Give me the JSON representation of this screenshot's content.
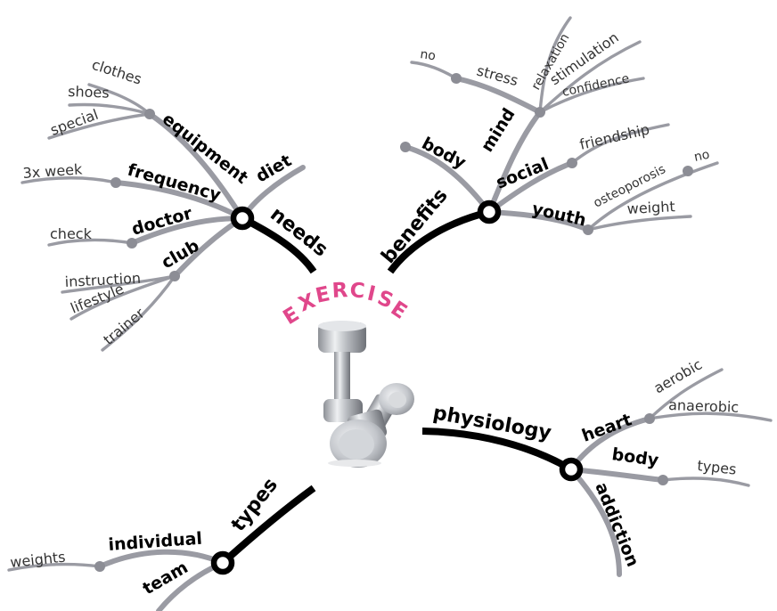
{
  "center": {
    "letters": [
      "E",
      "X",
      "E",
      "R",
      "C",
      "I",
      "S",
      "E"
    ],
    "image": "dumbbell-icon"
  },
  "branches": {
    "needs": {
      "label": "needs",
      "equipment": {
        "label": "equipment",
        "leaves": [
          "clothes",
          "shoes",
          "special"
        ]
      },
      "frequency": {
        "label": "frequency",
        "leaves": [
          "3x week"
        ]
      },
      "diet": {
        "label": "diet"
      },
      "doctor": {
        "label": "doctor",
        "leaves": [
          "check"
        ]
      },
      "club": {
        "label": "club",
        "leaves": [
          "instruction",
          "lifestyle",
          "trainer"
        ]
      }
    },
    "benefits": {
      "label": "benefits",
      "body": {
        "label": "body"
      },
      "mind": {
        "label": "mind",
        "stress": "stress",
        "no": "no",
        "leaves": [
          "relaxation",
          "stimulation",
          "confidence"
        ]
      },
      "social": {
        "label": "social",
        "leaves": [
          "friendship"
        ]
      },
      "youth": {
        "label": "youth",
        "osteoporosis": "osteoporosis",
        "no": "no",
        "weight": "weight"
      }
    },
    "physiology": {
      "label": "physiology",
      "heart": {
        "label": "heart",
        "leaves": [
          "aerobic",
          "anaerobic"
        ]
      },
      "body": {
        "label": "body",
        "leaves": [
          "types"
        ]
      },
      "addiction": {
        "label": "addiction"
      }
    },
    "types": {
      "label": "types",
      "individual": {
        "label": "individual",
        "leaves": [
          "weights"
        ]
      },
      "team": {
        "label": "team"
      }
    }
  }
}
